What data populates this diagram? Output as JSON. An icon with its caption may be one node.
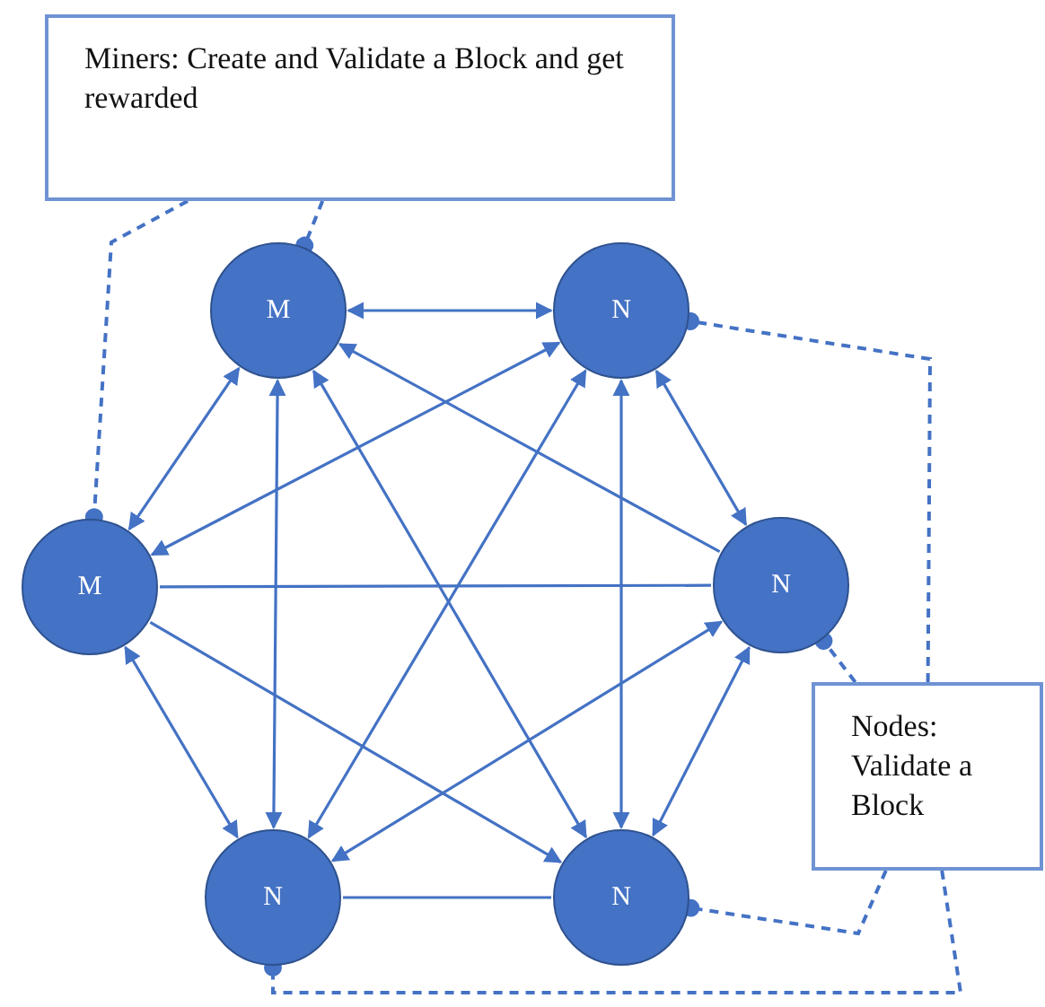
{
  "diagram": {
    "nodes": [
      {
        "text": [
          "Miners: Create and Validate a Block and get rewarded"
        ]
      },
      {
        "text": [
          "M"
        ]
      },
      {
        "text": [
          "N"
        ]
      },
      {
        "text": [
          "M"
        ]
      },
      {
        "text": [
          "N"
        ]
      },
      {
        "text": [
          "N"
        ]
      },
      {
        "text": [
          "N"
        ]
      },
      {
        "text": [
          "Nodes: Validate a Block"
        ]
      }
    ],
    "edges": [
      {
        "from": 1,
        "to": 2,
        "arrow": "both"
      },
      {
        "from": 1,
        "to": 3,
        "arrow": "both"
      },
      {
        "from": 1,
        "to": 5,
        "arrow": "both"
      },
      {
        "from": 1,
        "to": 6,
        "arrow": "both"
      },
      {
        "from": 4,
        "to": 1,
        "arrow": "to"
      },
      {
        "from": 2,
        "to": 3,
        "arrow": "both"
      },
      {
        "from": 3,
        "to": 4,
        "arrow": "none"
      },
      {
        "from": 3,
        "to": 5,
        "arrow": "both"
      },
      {
        "from": 3,
        "to": 6,
        "arrow": "to"
      },
      {
        "from": 2,
        "to": 4,
        "arrow": "both"
      },
      {
        "from": 2,
        "to": 5,
        "arrow": "both"
      },
      {
        "from": 2,
        "to": 6,
        "arrow": "both"
      },
      {
        "from": 4,
        "to": 5,
        "arrow": "both"
      },
      {
        "from": 4,
        "to": 6,
        "arrow": "both"
      },
      {
        "from": 5,
        "to": 6,
        "arrow": "none"
      },
      {
        "from": 0,
        "to": 1,
        "arrow": "other",
        "style": "dashed"
      },
      {
        "from": 0,
        "to": 3,
        "arrow": "other",
        "style": "dashed"
      },
      {
        "from": 7,
        "to": 2,
        "arrow": "other",
        "style": "dashed"
      },
      {
        "from": 7,
        "to": 4,
        "arrow": "other",
        "style": "dashed"
      },
      {
        "from": 7,
        "to": 6,
        "arrow": "other",
        "style": "dashed"
      },
      {
        "from": 7,
        "to": 5,
        "arrow": "other",
        "style": "dashed"
      }
    ]
  }
}
